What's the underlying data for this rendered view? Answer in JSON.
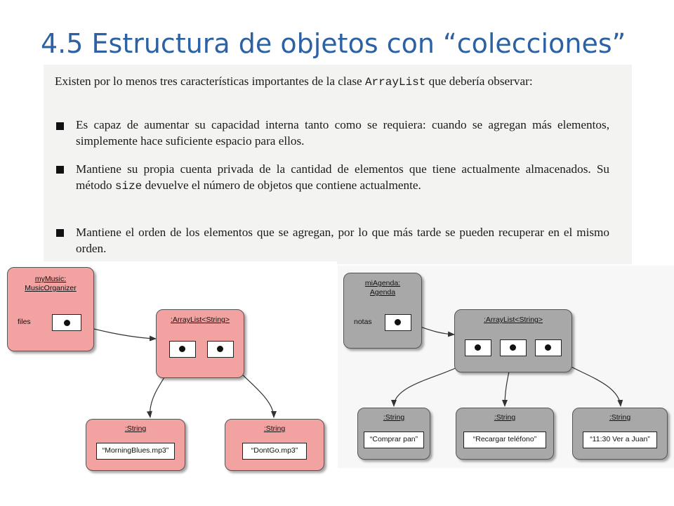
{
  "slide": {
    "title": "4.5 Estructura de objetos con “colecciones”"
  },
  "text": {
    "intro_a": "Existen por lo menos tres características importantes de la clase ",
    "intro_code": "ArrayList",
    "intro_b": " que debería observar:",
    "bullet1": "Es capaz de aumentar su capacidad interna tanto como se requiera: cuando se agregan más elementos, simplemente hace suficiente espacio para ellos.",
    "bullet2_a": "Mantiene su propia cuenta privada de la cantidad de elementos que tiene actualmente almacenados. Su método ",
    "bullet2_code": "size",
    "bullet2_b": " devuelve el número de objetos que contiene actualmente.",
    "bullet3": "Mantiene el orden de los elementos que se agregan, por lo que más tarde se pueden recuperar en el mismo orden."
  },
  "diagram_left": {
    "owner_title_1": "myMusic:",
    "owner_title_2": "MusicOrganizer",
    "field_label": "files",
    "list_title": ":ArrayList<String>",
    "string1_title": ":String",
    "string1_value": "“MorningBlues.mp3”",
    "string2_title": ":String",
    "string2_value": "“DontGo.mp3”",
    "fill_color": "#f2a3a1"
  },
  "diagram_right": {
    "owner_title_1": "miAgenda:",
    "owner_title_2": "Agenda",
    "field_label": "notas",
    "list_title": ":ArrayList<String>",
    "string1_title": ":String",
    "string1_value": "“Comprar pan”",
    "string2_title": ":String",
    "string2_value": "“Recargar teléfono”",
    "string3_title": ":String",
    "string3_value": "“11:30 Ver a Juan”",
    "fill_color": "#a8a8a8"
  },
  "colors": {
    "title": "#2c62a4",
    "body_text": "#1a1a1a"
  }
}
